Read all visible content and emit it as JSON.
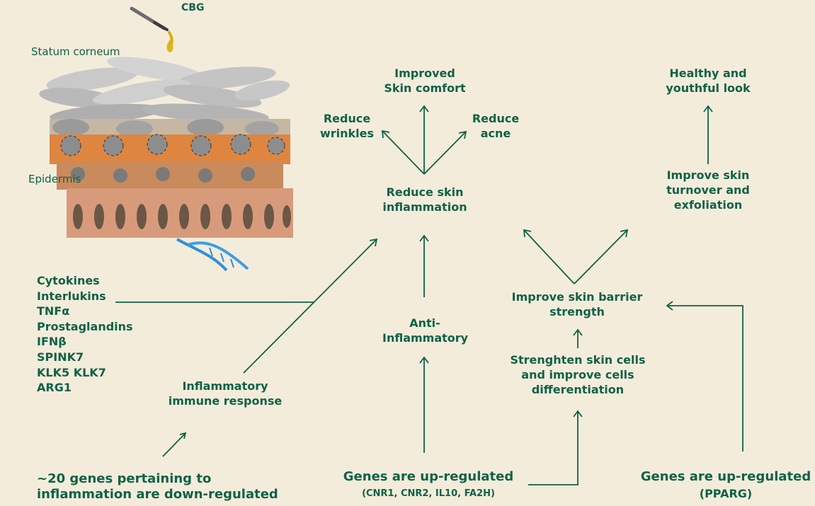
{
  "illustration": {
    "dropper_label": "CBG",
    "layer_stratum": "Statum corneum",
    "layer_epidermis": "Epidermis"
  },
  "nodes": {
    "improved_comfort": "Improved\nSkin comfort",
    "reduce_wrinkles": "Reduce\nwrinkles",
    "reduce_acne": "Reduce\nacne",
    "reduce_inflammation": "Reduce skin\ninflammation",
    "healthy_look": "Healthy and\nyouthful look",
    "improve_turnover": "Improve skin\nturnover and\nexfoliation",
    "barrier_strength": "Improve skin barrier\nstrength",
    "anti_inflammatory": "Anti-\nInflammatory",
    "strengthen_cells": "Strenghten skin cells\nand improve cells\ndifferentiation",
    "inflammatory_response": "Inflammatory\nimmune response",
    "inflammation_markers": "Cytokines\nInterlukins\nTNFα\nProstaglandins\nIFNβ\nSPINK7\nKLK5 KLK7\nARG1",
    "down_regulated": "~20 genes pertaining to\ninflammation are down-regulated",
    "up_regulated_title": "Genes are up-regulated",
    "up_regulated_genes": "(CNR1, CNR2, IL10, FA2H)",
    "up_regulated_pparg_title": "Genes are up-regulated",
    "up_regulated_pparg_gene": "(PPARG)"
  },
  "colors": {
    "background": "#f4ecdb",
    "text_and_arrows": "#0e6247"
  }
}
